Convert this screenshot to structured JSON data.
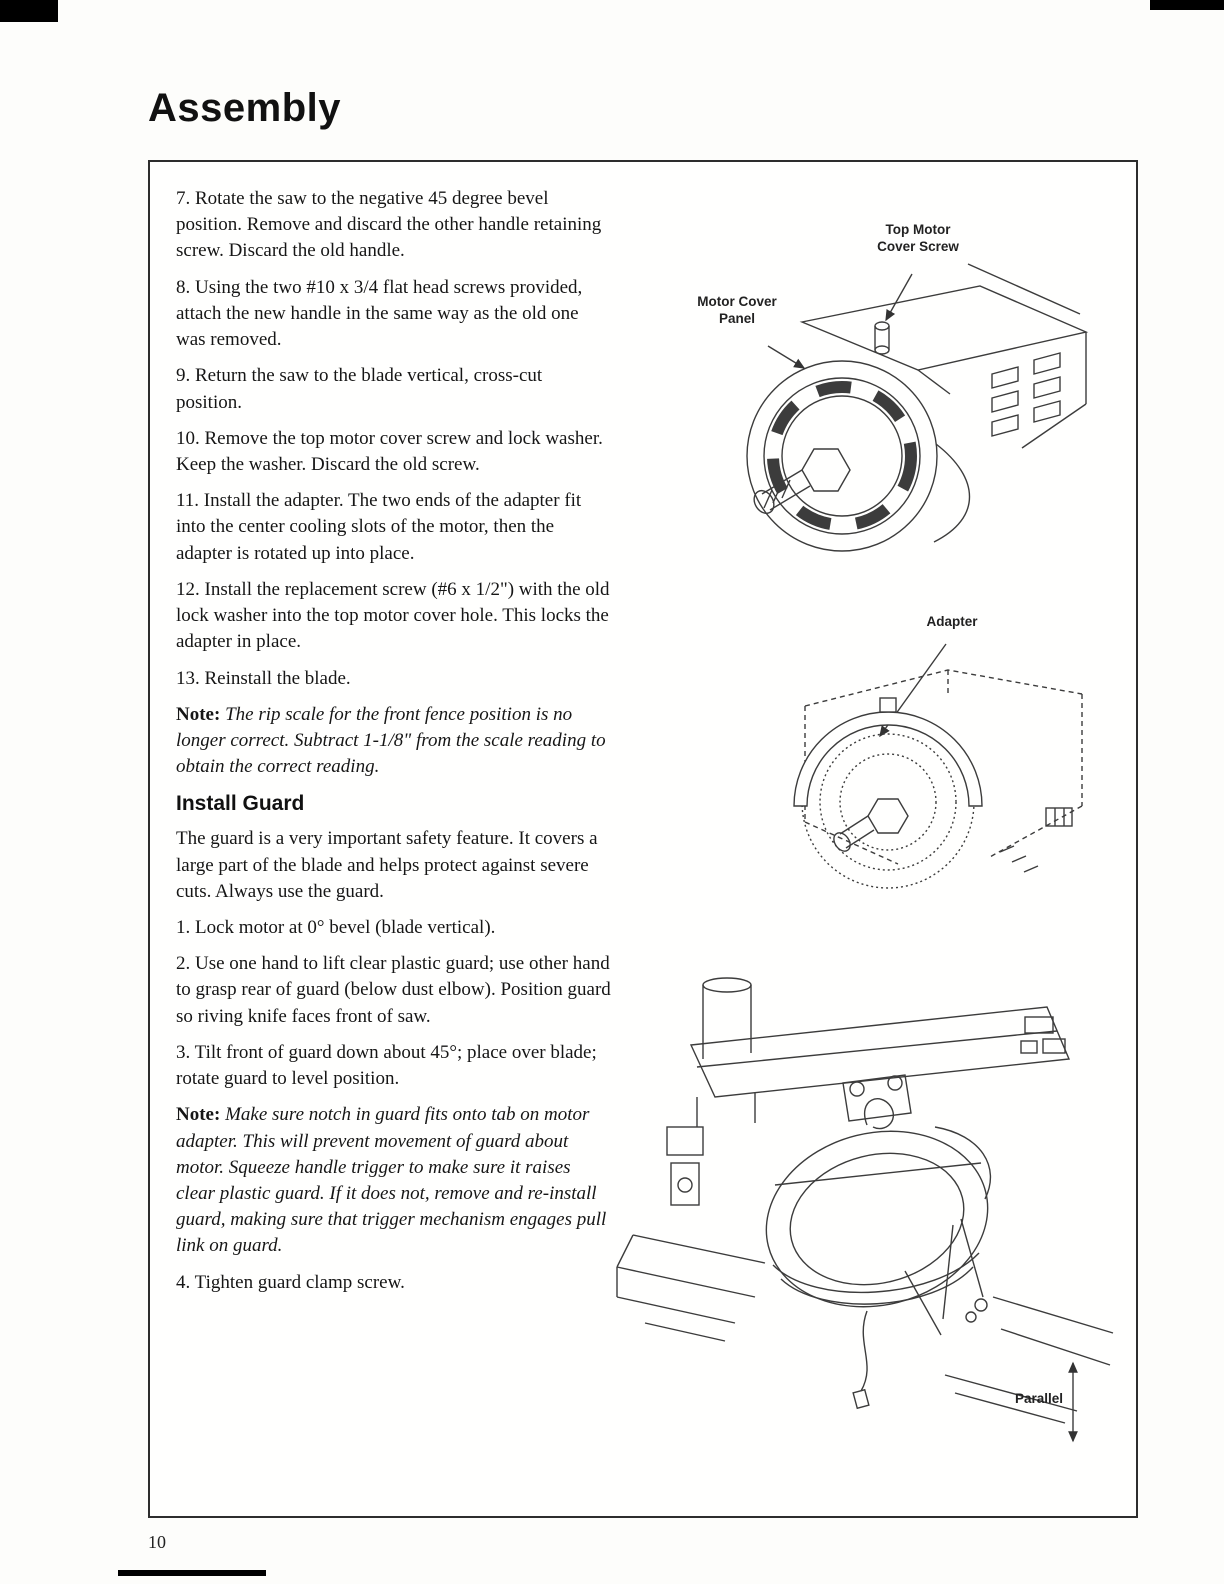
{
  "page": {
    "title": "Assembly",
    "page_number": "10"
  },
  "steps": [
    "7. Rotate the saw to the negative 45 degree bevel position. Remove and discard the other handle retaining screw. Discard the old handle.",
    "8. Using the two #10 x 3/4 flat head screws provided, attach the new handle in the same way as the old one was removed.",
    "9. Return the saw to the blade vertical, cross-cut position.",
    "10. Remove the top motor cover screw and lock washer. Keep the washer. Discard the old screw.",
    "11. Install the adapter. The two ends of the adapter fit into the center cooling slots of the motor, then the adapter is rotated up into place.",
    "12. Install the replacement screw (#6 x 1/2\") with the old lock washer into the top motor cover hole. This locks the adapter in place.",
    "13. Reinstall the blade."
  ],
  "note1": {
    "label": "Note:",
    "text": "The rip scale for the front fence position is no longer correct. Subtract 1-1/8\" from the scale reading to obtain the correct reading."
  },
  "install_guard": {
    "heading": "Install Guard",
    "intro": "The guard is a very important safety feature. It covers a large part of the blade and helps protect against severe cuts. Always use the guard.",
    "steps": [
      "1. Lock motor at 0° bevel (blade vertical).",
      "2. Use one hand to lift clear plastic guard; use other hand to grasp rear of guard (below dust elbow). Position guard so riving knife faces front of saw.",
      "3. Tilt front of guard down about 45°; place over blade; rotate guard to level position."
    ],
    "note": {
      "label": "Note:",
      "text": "Make sure notch in guard fits onto tab on motor adapter. This will prevent movement of guard about motor. Squeeze handle trigger to make sure it raises clear plastic guard. If it does not, remove and re-install guard, making sure that trigger mechanism engages pull link on guard."
    },
    "final_step": "4. Tighten guard clamp screw."
  },
  "figures": {
    "motor": {
      "label_screw": "Top Motor\nCover Screw",
      "label_panel": "Motor Cover\nPanel"
    },
    "adapter": {
      "label": "Adapter"
    },
    "saw": {
      "label": "Parallel"
    }
  }
}
